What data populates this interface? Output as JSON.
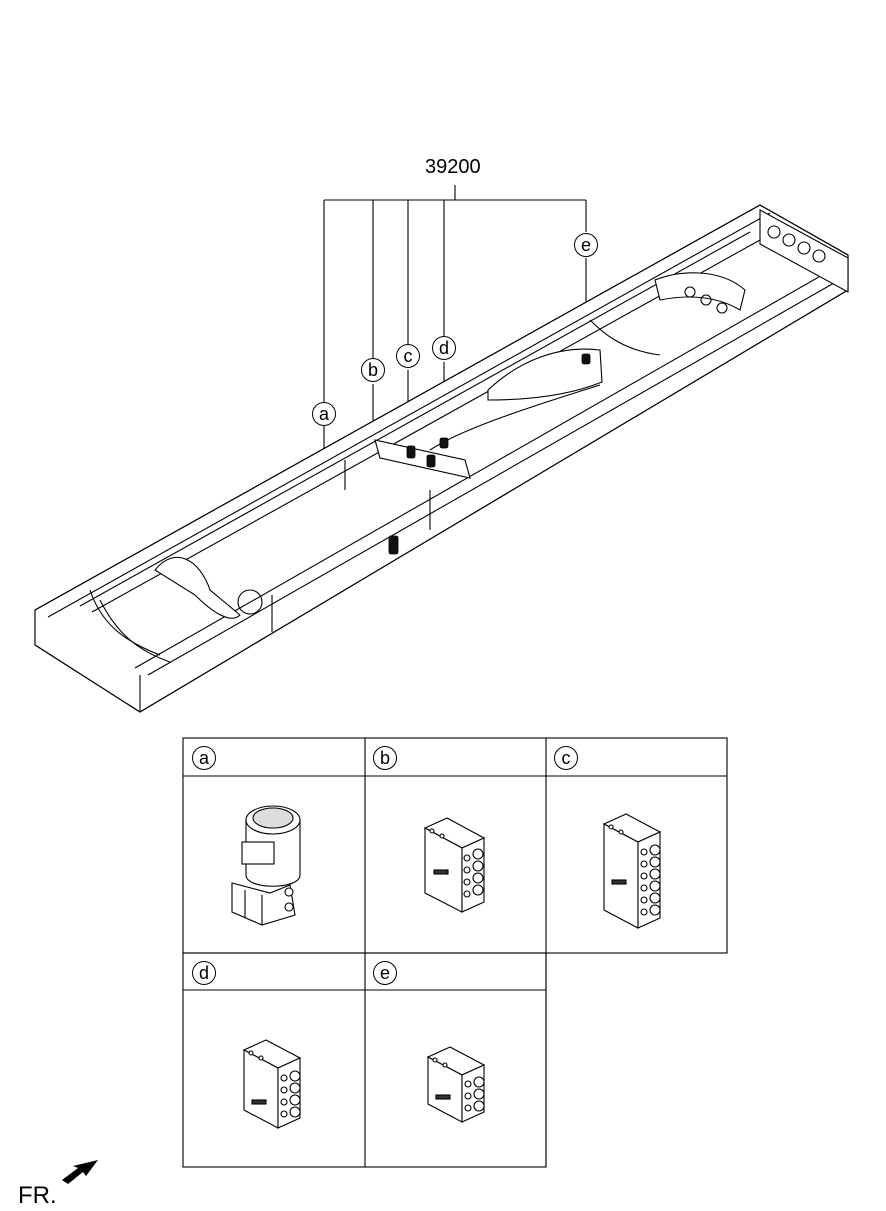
{
  "diagram": {
    "part_number": "39200",
    "callouts": [
      "a",
      "b",
      "c",
      "d",
      "e"
    ],
    "direction_label": "FR."
  },
  "detail_table": {
    "cells": [
      {
        "label": "a",
        "component": "sensor-motor"
      },
      {
        "label": "b",
        "component": "connector-block-5"
      },
      {
        "label": "c",
        "component": "connector-block-6"
      },
      {
        "label": "d",
        "component": "connector-block-4"
      },
      {
        "label": "e",
        "component": "connector-block-3"
      }
    ]
  }
}
